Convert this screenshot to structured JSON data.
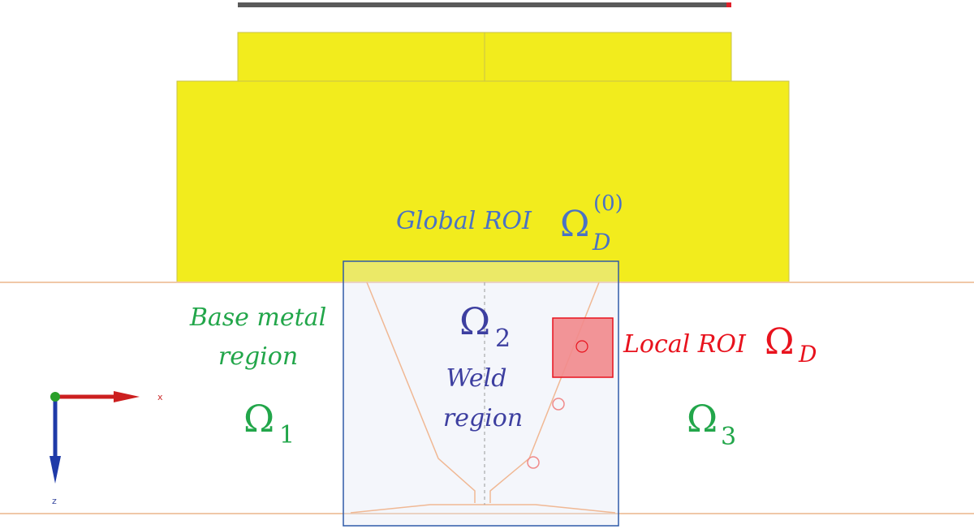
{
  "labels": {
    "global_roi": "Global ROI",
    "global_omega": "Ω",
    "global_sup": "(0)",
    "global_sub": "D",
    "base_metal_line1": "Base metal",
    "base_metal_line2": "region",
    "weld_line1": "Weld",
    "weld_line2": "region",
    "omega2": "Ω",
    "omega2_sub": "2",
    "omega1": "Ω",
    "omega1_sub": "1",
    "omega3": "Ω",
    "omega3_sub": "3",
    "local_roi": "Local ROI",
    "local_omega": "Ω",
    "local_sub": "D"
  },
  "axes": {
    "x_label": "x",
    "z_label": "z"
  },
  "colors": {
    "yellow": "#f2ec1d",
    "blue_box": "#2f5aa8",
    "global_text": "#4a72c4",
    "green": "#22a64a",
    "weld_text": "#3d3fa0",
    "red": "#e8121d",
    "plate_line": "#f0c8a8",
    "weld_line": "#f0b894",
    "local_fill": "#f2898c",
    "axis_red": "#cc1f1f",
    "axis_blue": "#1f3aa8",
    "axis_green": "#2aa02a"
  }
}
